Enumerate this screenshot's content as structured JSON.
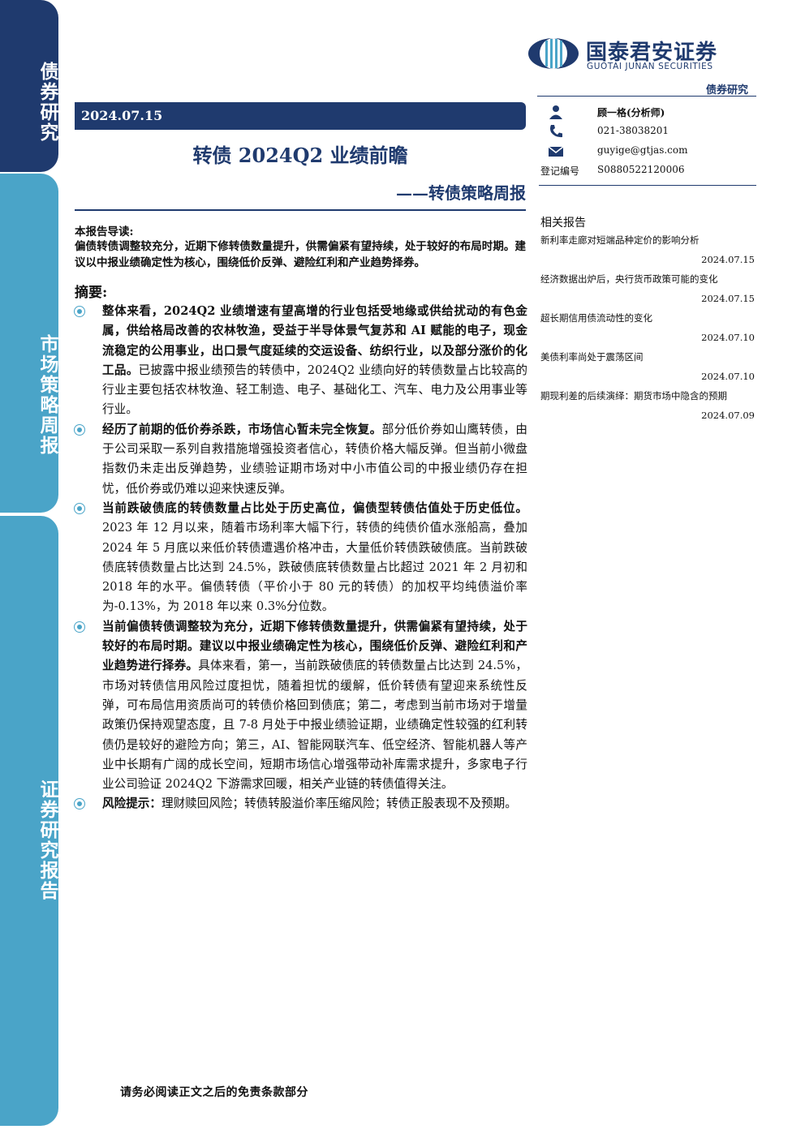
{
  "sidebar": {
    "tab1": "债券研究",
    "tab2": "市场策略周报",
    "tab3": "证券研究报告"
  },
  "brand": {
    "name_cn": "国泰君安证券",
    "name_en": "GUOTAI JUNAN SECURITIES",
    "dept": "债券研究",
    "primary_color": "#1f3a6e",
    "accent_color": "#4aa4c8"
  },
  "report": {
    "date": "2024.07.15",
    "title": "转债 2024Q2 业绩前瞻",
    "subtitle": "——转债策略周报"
  },
  "guide": {
    "title": "本报告导读:",
    "text": "偏债转债调整较充分，近期下修转债数量提升，供需偏紧有望持续，处于较好的布局时期。建议以中报业绩确定性为核心，围绕低价反弹、避险红利和产业趋势择券。"
  },
  "summary": {
    "title": "摘要:",
    "bullets": [
      {
        "bold": "整体来看，2024Q2 业绩增速有望高增的行业包括受地缘或供给扰动的有色金属，供给格局改善的农林牧渔，受益于半导体景气复苏和 AI 赋能的电子，现金流稳定的公用事业，出口景气度延续的交运设备、纺织行业，以及部分涨价的化工品。",
        "text": "已披露中报业绩预告的转债中，2024Q2 业绩向好的转债数量占比较高的行业主要包括农林牧渔、轻工制造、电子、基础化工、汽车、电力及公用事业等行业。"
      },
      {
        "bold": "经历了前期的低价券杀跌，市场信心暂未完全恢复。",
        "text": "部分低价券如山鹰转债，由于公司采取一系列自救措施增强投资者信心，转债价格大幅反弹。但当前小微盘指数仍未走出反弹趋势，业绩验证期市场对中小市值公司的中报业绩仍存在担忧，低价券或仍难以迎来快速反弹。"
      },
      {
        "bold": "当前跌破债底的转债数量占比处于历史高位，偏债型转债估值处于历史低位。",
        "text": "2023 年 12 月以来，随着市场利率大幅下行，转债的纯债价值水涨船高，叠加 2024 年 5 月底以来低价转债遭遇价格冲击，大量低价转债跌破债底。当前跌破债底转债数量占比达到 24.5%，跌破债底转债数量占比超过 2021 年 2 月初和 2018 年的水平。偏债转债（平价小于 80 元的转债）的加权平均纯债溢价率为-0.13%，为 2018 年以来 0.3%分位数。"
      },
      {
        "bold": "当前偏债转债调整较为充分，近期下修转债数量提升，供需偏紧有望持续，处于较好的布局时期。建议以中报业绩确定性为核心，围绕低价反弹、避险红利和产业趋势进行择券。",
        "text": "具体来看，第一，当前跌破债底的转债数量占比达到 24.5%，市场对转债信用风险过度担忧，随着担忧的缓解，低价转债有望迎来系统性反弹，可布局信用资质尚可的转债价格回到债底；第二，考虑到当前市场对于增量政策仍保持观望态度，且 7-8 月处于中报业绩验证期，业绩确定性较强的红利转债仍是较好的避险方向；第三，AI、智能网联汽车、低空经济、智能机器人等产业中长期有广阔的成长空间，短期市场信心增强带动补库需求提升，多家电子行业公司验证 2024Q2 下游需求回暖，相关产业链的转债值得关注。"
      },
      {
        "bold": "风险提示：",
        "text": "理财赎回风险；转债转股溢价率压缩风险；转债正股表现不及预期。"
      }
    ]
  },
  "contact": {
    "analyst": "顾一格(分析师)",
    "phone": "021-38038201",
    "email": "guyige@gtjas.com",
    "reg_label": "登记编号",
    "reg_no": "S0880522120006",
    "icons": [
      "analyst-icon",
      "phone-icon",
      "email-icon"
    ]
  },
  "related": {
    "title": "相关报告",
    "items": [
      {
        "title": "新利率走廊对短端品种定价的影响分析",
        "date": "2024.07.15"
      },
      {
        "title": "经济数据出炉后，央行货币政策可能的变化",
        "date": "2024.07.15"
      },
      {
        "title": "超长期信用债流动性的变化",
        "date": "2024.07.10"
      },
      {
        "title": "美债利率尚处于震荡区间",
        "date": "2024.07.10"
      },
      {
        "title": "期现利差的后续演绎：期货市场中隐含的预期",
        "date": "2024.07.09"
      }
    ]
  },
  "footer": {
    "text": "请务必阅读正文之后的免责条款部分"
  }
}
